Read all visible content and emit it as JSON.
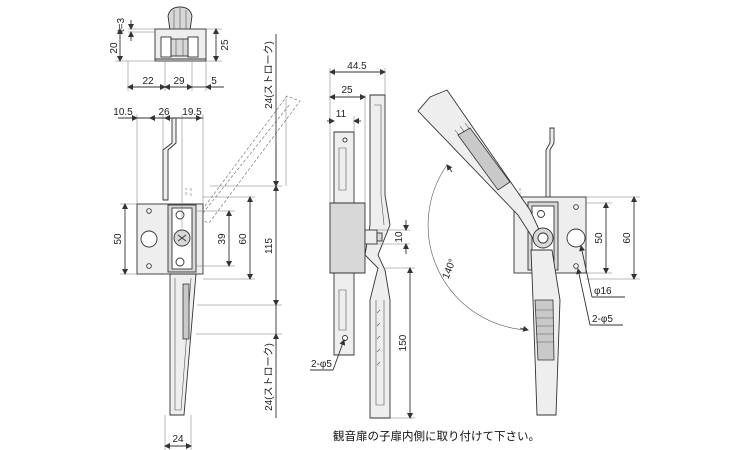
{
  "top_view": {
    "t3": "t=3",
    "h20": "20",
    "h25": "25",
    "w22": "22",
    "w29": "29",
    "w5": "5"
  },
  "front_view": {
    "w10_5": "10.5",
    "w26": "26",
    "w19_5": "19.5",
    "h50": "50",
    "h39": "39",
    "h60": "60",
    "h115": "115",
    "stroke_top": "24(ストローク)",
    "stroke_bottom": "24(ストローク)",
    "w24": "24"
  },
  "side_view": {
    "w44_5": "44.5",
    "w25": "25",
    "w11": "11",
    "h10": "10",
    "h150": "150",
    "hole": "2-φ5"
  },
  "open_view": {
    "angle": "140°",
    "h50": "50",
    "h60": "60",
    "phi16": "φ16",
    "hole": "2-φ5"
  },
  "note": "観音扉の子扉内側に取り付けて下さい。"
}
